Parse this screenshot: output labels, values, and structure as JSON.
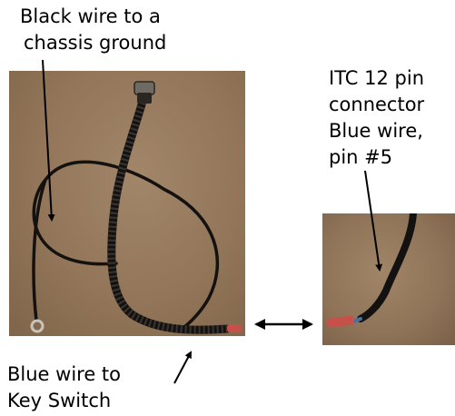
{
  "labels": {
    "black_wire": [
      "Black wire to a",
      "chassis ground"
    ],
    "itc_connector": [
      "ITC 12 pin",
      "connector",
      "Blue wire,",
      "pin #5"
    ],
    "blue_wire": [
      "Blue wire to",
      "Key Switch"
    ]
  },
  "colors": {
    "background_surface": "#937659",
    "cable_black": "#141210",
    "red_terminal": "#c8504a",
    "blue_wire": "#4a6fa5",
    "ring_terminal": "#c8c4bc",
    "annotation": "#000000"
  }
}
